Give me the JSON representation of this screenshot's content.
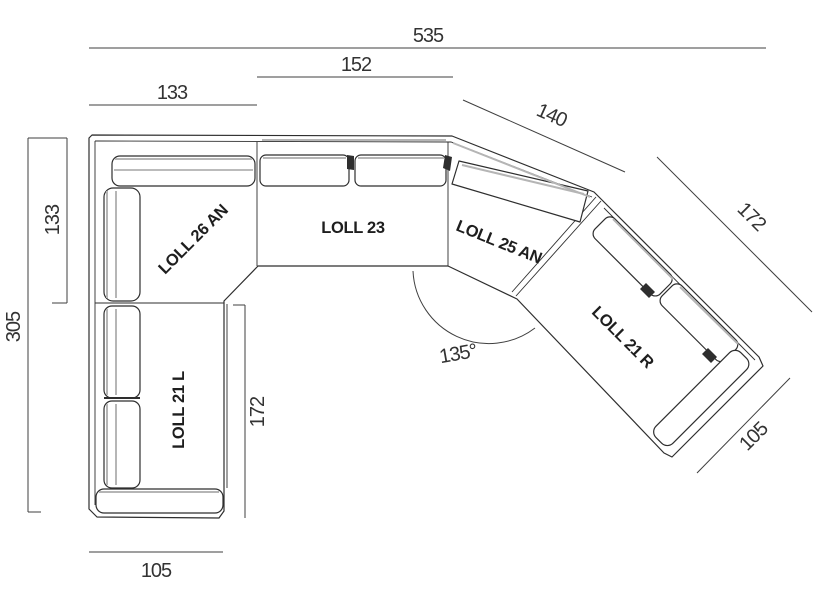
{
  "drawing": {
    "type": "sofa-sectional-plan",
    "modules": {
      "m26an": "LOLL 26 AN",
      "m23": "LOLL 23",
      "m25an": "LOLL 25 AN",
      "m21l": "LOLL 21 L",
      "m21r": "LOLL 21 R"
    },
    "dims": {
      "overall_width": "535",
      "module_23_width": "152",
      "module_26_width": "133",
      "module_25_width": "140",
      "module_21r_length": "172",
      "module_26_depth": "133",
      "overall_depth": "305",
      "module_21l_length": "172",
      "module_21l_width": "105",
      "module_21r_width": "105",
      "corner_angle": "135°"
    },
    "colors": {
      "line": "#2e2e2e",
      "dimension": "#3f3f3f",
      "accent_gray": "#b5b5b5",
      "background": "#ffffff"
    }
  }
}
